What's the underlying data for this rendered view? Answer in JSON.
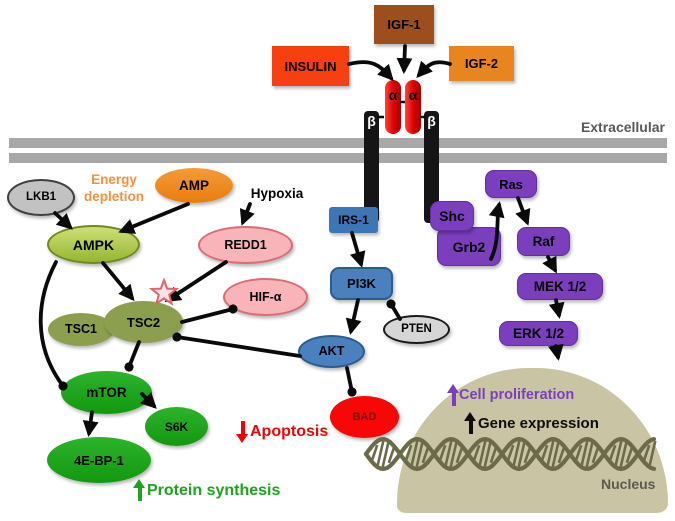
{
  "ligands": {
    "igf1": "IGF-1",
    "insulin": "INSULIN",
    "igf2": "IGF-2"
  },
  "receptor": {
    "alpha": "α",
    "beta": "β"
  },
  "membrane": {
    "extracellular": "Extracellular"
  },
  "left": {
    "lkb1": "LKB1",
    "energy_depletion": "Energy depletion",
    "amp": "AMP",
    "hypoxia": "Hypoxia",
    "ampk": "AMPK",
    "redd1": "REDD1",
    "hif_alpha": "HIF-α",
    "tsc1": "TSC1",
    "tsc2": "TSC2",
    "mtor": "mTOR",
    "s6k": "S6K",
    "four_ebp1": "4E-BP-1",
    "protein_synthesis": "Protein synthesis"
  },
  "center": {
    "irs1": "IRS-1",
    "pi3k": "PI3K",
    "pten": "PTEN",
    "akt": "AKT",
    "bad": "BAD",
    "apoptosis": "Apoptosis"
  },
  "right": {
    "shc": "Shc",
    "grb2": "Grb2",
    "ras": "Ras",
    "raf": "Raf",
    "mek": "MEK 1/2",
    "erk": "ERK 1/2"
  },
  "nucleus": {
    "label": "Nucleus",
    "cell_proliferation": "Cell proliferation",
    "gene_expression": "Gene expression"
  },
  "colors": {
    "igf1_brown": "#9C4E1D",
    "insulin_red": "#F6400F",
    "igf2_orange": "#E9851F",
    "receptor_alpha_red": "#D90000",
    "receptor_beta_black": "#151515",
    "membrane_gray": "#A8A8A8",
    "extracellular_gray": "#595959",
    "energy_orange": "#F5913E",
    "amp_orange": "#EE8A1E",
    "ampk_green": "#A6C23C",
    "tsc_olive": "#8B9F4F",
    "bright_green": "#1CA41C",
    "pink": "#F8B4B8",
    "signal_blue": "#4A80BE",
    "purple": "#7B3FBE",
    "bad_red": "#F90707",
    "apoptosis_red": "#EE0404",
    "nucleus_tan": "#C9C5A4",
    "dna_olive": "#6B6B4A"
  }
}
